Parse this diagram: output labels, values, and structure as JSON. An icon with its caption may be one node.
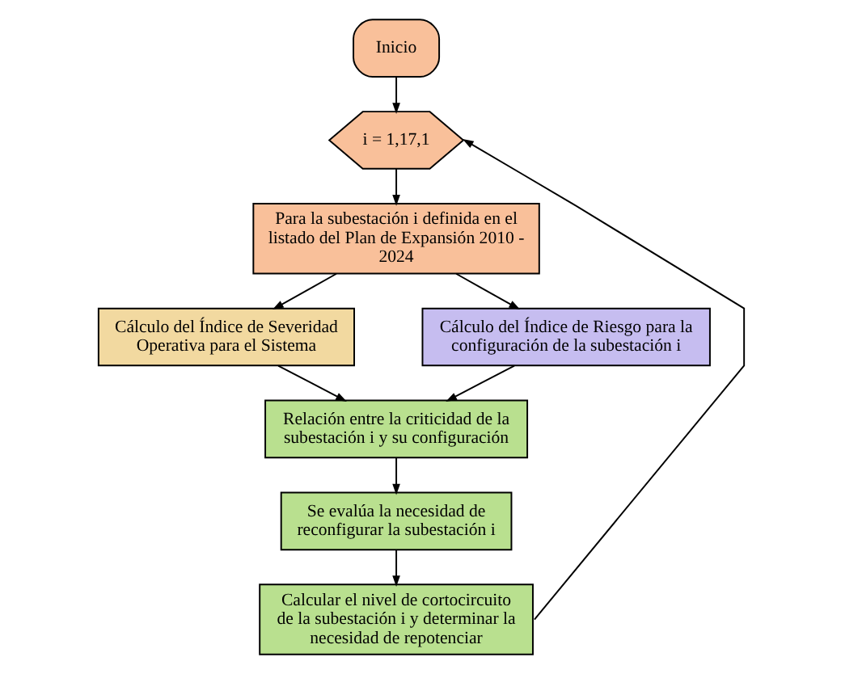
{
  "diagram": {
    "nodes": [
      {
        "text": [
          "Inicio"
        ]
      },
      {
        "text": [
          "i = 1,17,1"
        ]
      },
      {
        "text": [
          "Para la subestación i definida en el listado del Plan de Expansión 2010 - 2024"
        ]
      },
      {
        "text": [
          "Cálculo del Índice de Severidad Operativa para el Sistema"
        ]
      },
      {
        "text": [
          "Cálculo del Índice de Riesgo para la configuración de la subestación i"
        ]
      },
      {
        "text": [
          "Relación entre la criticidad de la subestación i y su configuración"
        ]
      },
      {
        "text": [
          "Se evalúa la necesidad de reconfigurar la subestación i"
        ]
      },
      {
        "text": [
          "Calcular el nivel de cortocircuito de la subestación i y determinar la necesidad de repotenciar"
        ]
      }
    ],
    "edges": [
      {
        "from": 0,
        "to": 1,
        "arrow": "to"
      },
      {
        "from": 1,
        "to": 2,
        "arrow": "to"
      },
      {
        "from": 2,
        "to": 3,
        "arrow": "to"
      },
      {
        "from": 2,
        "to": 4,
        "arrow": "to"
      },
      {
        "from": 3,
        "to": 5,
        "arrow": "to"
      },
      {
        "from": 4,
        "to": 5,
        "arrow": "to"
      },
      {
        "from": 5,
        "to": 6,
        "arrow": "to"
      },
      {
        "from": 6,
        "to": 7,
        "arrow": "to"
      },
      {
        "from": 7,
        "to": 1,
        "arrow": "to"
      }
    ]
  }
}
